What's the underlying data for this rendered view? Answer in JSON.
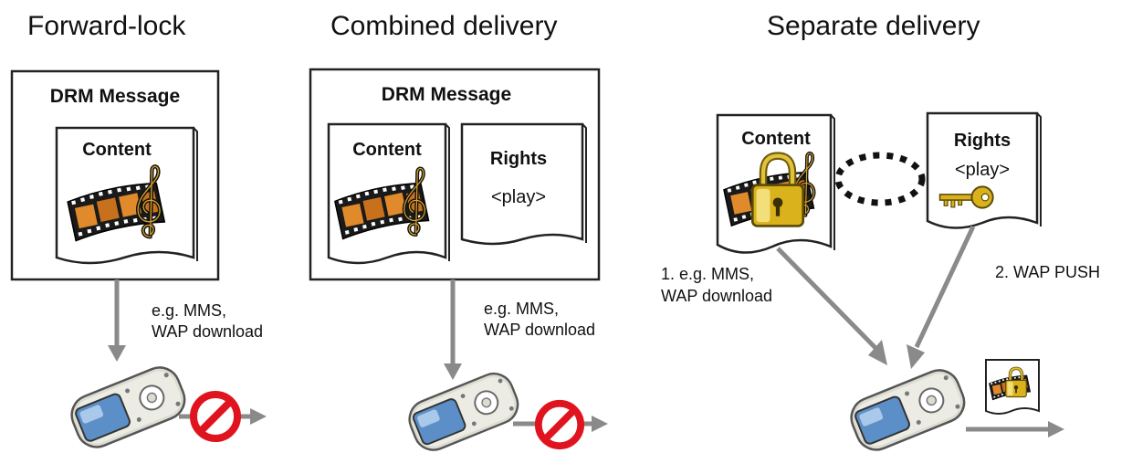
{
  "columns": {
    "forward_lock": {
      "title": "Forward-lock",
      "message_label": "DRM Message",
      "content_label": "Content",
      "delivery_line1": "e.g. MMS,",
      "delivery_line2": "WAP download"
    },
    "combined": {
      "title": "Combined delivery",
      "message_label": "DRM Message",
      "content_label": "Content",
      "rights_label": "Rights",
      "rights_value": "<play>",
      "delivery_line1": "e.g. MMS,",
      "delivery_line2": "WAP download"
    },
    "separate": {
      "title": "Separate delivery",
      "content_label": "Content",
      "rights_label": "Rights",
      "rights_value": "<play>",
      "delivery1_line1": "1. e.g. MMS,",
      "delivery1_line2": "WAP download",
      "delivery2": "2. WAP PUSH"
    }
  },
  "icons": {
    "phone": "mobile-phone-icon",
    "film": "film-strip-icon",
    "clef": "treble-clef-icon",
    "lock": "padlock-icon",
    "key": "key-icon",
    "blocked": "prohibited-icon"
  },
  "colors": {
    "arrow": "#8a8a8a",
    "blocked": "#e0141e",
    "lock": "#d9b21c",
    "film": "#c8701c",
    "screen": "#5c8fc8"
  }
}
